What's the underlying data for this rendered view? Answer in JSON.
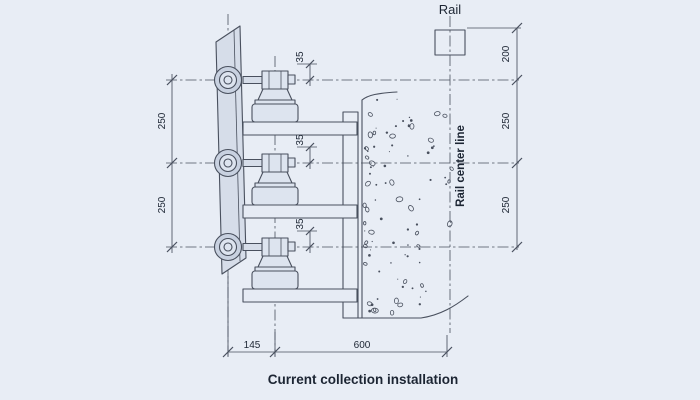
{
  "caption": "Current collection installation",
  "labels": {
    "rail": "Rail",
    "rail_center_line": "Rail center line"
  },
  "dimensions": {
    "left_spacing": [
      "250",
      "250"
    ],
    "rail_to_first": "200",
    "right_spacing": [
      "250",
      "250"
    ],
    "bottom_left": "145",
    "bottom_right": "600",
    "shoe_offsets": [
      "35",
      "35",
      "35"
    ]
  },
  "colors": {
    "background": "#e8edf5",
    "line": "#49505e",
    "text": "#1c2533"
  }
}
